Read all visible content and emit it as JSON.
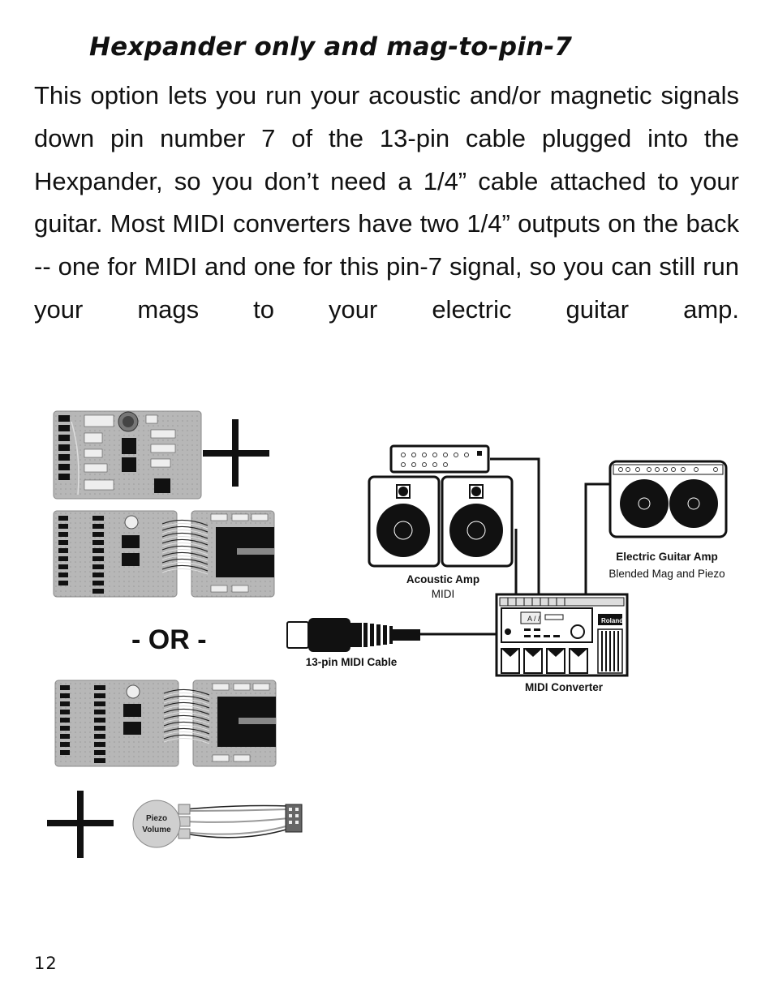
{
  "page": {
    "title": "Hexpander only and mag-to-pin-7",
    "body": "This option lets you run your acoustic and/or magnetic signals down pin number 7 of the 13-pin cable plugged into the Hexpander, so you don’t need a 1/4” cable attached to your guitar. Most MIDI converters have two 1/4” outputs on the back -- one for MIDI and one for this pin-7 signal, so you can still run your mags to your electric guitar amp.",
    "page_number": "12"
  },
  "diagram": {
    "or_label": "- OR -",
    "acoustic_amp": {
      "title": "Acoustic Amp",
      "subtitle": "MIDI"
    },
    "electric_amp": {
      "title": "Electric Guitar Amp",
      "subtitle": "Blended Mag and Piezo"
    },
    "cable_label": "13-pin MIDI Cable",
    "converter_label": "MIDI Converter",
    "piezo_knob": {
      "line1": "Piezo",
      "line2": "Volume"
    },
    "unit_display": "A / /",
    "brand": "Roland"
  }
}
